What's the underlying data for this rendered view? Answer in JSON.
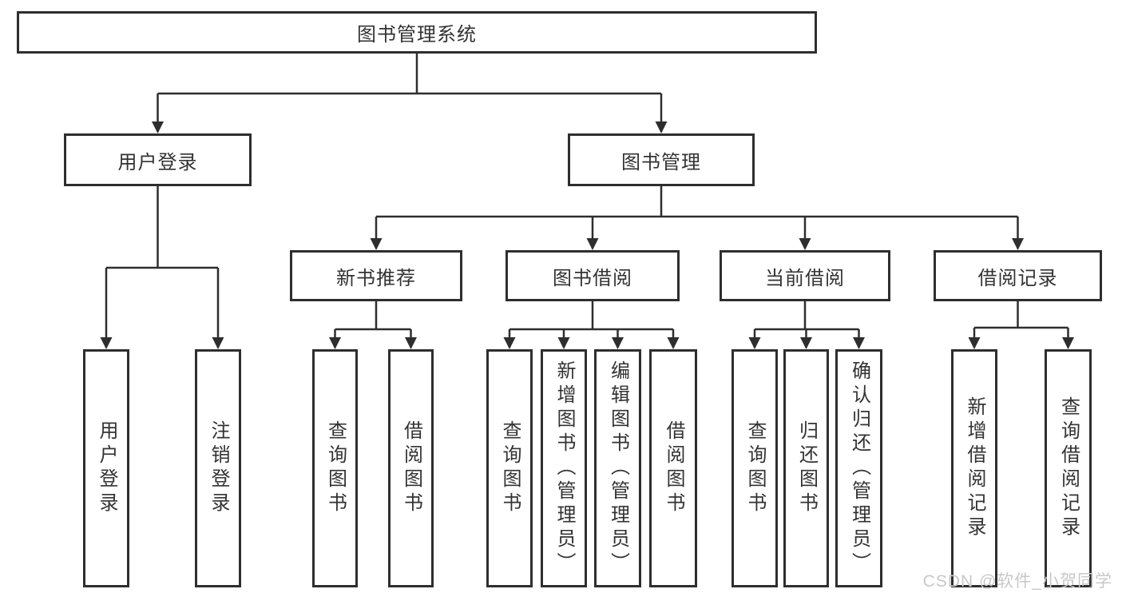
{
  "diagram": {
    "nodes": [
      {
        "id": "root",
        "label": "图书管理系统",
        "orientation": "horizontal"
      },
      {
        "id": "user-login",
        "label": "用户登录",
        "orientation": "horizontal"
      },
      {
        "id": "book-mgmt",
        "label": "图书管理",
        "orientation": "horizontal"
      },
      {
        "id": "new-book-rec",
        "label": "新书推荐",
        "orientation": "horizontal"
      },
      {
        "id": "book-borrow",
        "label": "图书借阅",
        "orientation": "horizontal"
      },
      {
        "id": "current-borrow",
        "label": "当前借阅",
        "orientation": "horizontal"
      },
      {
        "id": "borrow-records",
        "label": "借阅记录",
        "orientation": "horizontal"
      },
      {
        "id": "leaf-user-login",
        "label": "用户登录",
        "orientation": "vertical"
      },
      {
        "id": "leaf-logout",
        "label": "注销登录",
        "orientation": "vertical"
      },
      {
        "id": "leaf-nb-query",
        "label": "查询图书",
        "orientation": "vertical"
      },
      {
        "id": "leaf-nb-borrow",
        "label": "借阅图书",
        "orientation": "vertical"
      },
      {
        "id": "leaf-bb-query",
        "label": "查询图书",
        "orientation": "vertical"
      },
      {
        "id": "leaf-bb-add",
        "label": "新增图书（管理员）",
        "orientation": "vertical"
      },
      {
        "id": "leaf-bb-edit",
        "label": "编辑图书（管理员）",
        "orientation": "vertical"
      },
      {
        "id": "leaf-bb-borrow",
        "label": "借阅图书",
        "orientation": "vertical"
      },
      {
        "id": "leaf-cb-query",
        "label": "查询图书",
        "orientation": "vertical"
      },
      {
        "id": "leaf-cb-return",
        "label": "归还图书",
        "orientation": "vertical"
      },
      {
        "id": "leaf-cb-confirm",
        "label": "确认归还（管理员）",
        "orientation": "vertical"
      },
      {
        "id": "leaf-br-add",
        "label": "新增借阅记录",
        "orientation": "vertical"
      },
      {
        "id": "leaf-br-query",
        "label": "查询借阅记录",
        "orientation": "vertical"
      }
    ],
    "edges": [
      {
        "from": "root",
        "to": [
          "user-login",
          "book-mgmt"
        ]
      },
      {
        "from": "user-login",
        "to": [
          "leaf-user-login",
          "leaf-logout"
        ]
      },
      {
        "from": "book-mgmt",
        "to": [
          "new-book-rec",
          "book-borrow",
          "current-borrow",
          "borrow-records"
        ]
      },
      {
        "from": "new-book-rec",
        "to": [
          "leaf-nb-query",
          "leaf-nb-borrow"
        ]
      },
      {
        "from": "book-borrow",
        "to": [
          "leaf-bb-query",
          "leaf-bb-add",
          "leaf-bb-edit",
          "leaf-bb-borrow"
        ]
      },
      {
        "from": "current-borrow",
        "to": [
          "leaf-cb-query",
          "leaf-cb-return",
          "leaf-cb-confirm"
        ]
      },
      {
        "from": "borrow-records",
        "to": [
          "leaf-br-add",
          "leaf-br-query"
        ]
      }
    ]
  },
  "watermark": {
    "text": "CSDN @软件_小贺同学"
  },
  "colors": {
    "line": "#2e2e2e",
    "text": "#333333",
    "watermark": "#c8c8c8",
    "background": "#ffffff"
  }
}
